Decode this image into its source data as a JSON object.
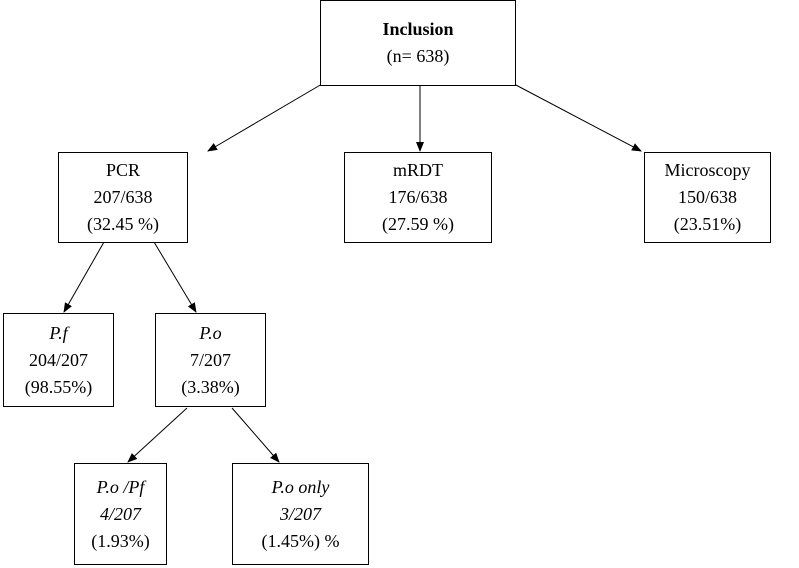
{
  "nodes": {
    "inclusion": {
      "title": "Inclusion",
      "count": "(n= 638)"
    },
    "pcr": {
      "title": "PCR",
      "fraction": "207/638",
      "percent": "(32.45 %)"
    },
    "mrdt": {
      "title": "mRDT",
      "fraction": "176/638",
      "percent": "(27.59 %)"
    },
    "microscopy": {
      "title": "Microscopy",
      "fraction": "150/638",
      "percent": "(23.51%)"
    },
    "pf": {
      "title": "P.f",
      "fraction": "204/207",
      "percent": "(98.55%)"
    },
    "po": {
      "title": "P.o",
      "fraction": "7/207",
      "percent": "(3.38%)"
    },
    "po_pf": {
      "title": "P.o /Pf",
      "fraction": "4/207",
      "percent": "(1.93%)"
    },
    "po_only": {
      "title": "P.o only",
      "fraction": "3/207",
      "percent": "(1.45%) %"
    }
  },
  "edges": [
    {
      "from": "inclusion",
      "to": "pcr"
    },
    {
      "from": "inclusion",
      "to": "mrdt"
    },
    {
      "from": "inclusion",
      "to": "microscopy"
    },
    {
      "from": "pcr",
      "to": "pf"
    },
    {
      "from": "pcr",
      "to": "po"
    },
    {
      "from": "po",
      "to": "po_pf"
    },
    {
      "from": "po",
      "to": "po_only"
    }
  ]
}
